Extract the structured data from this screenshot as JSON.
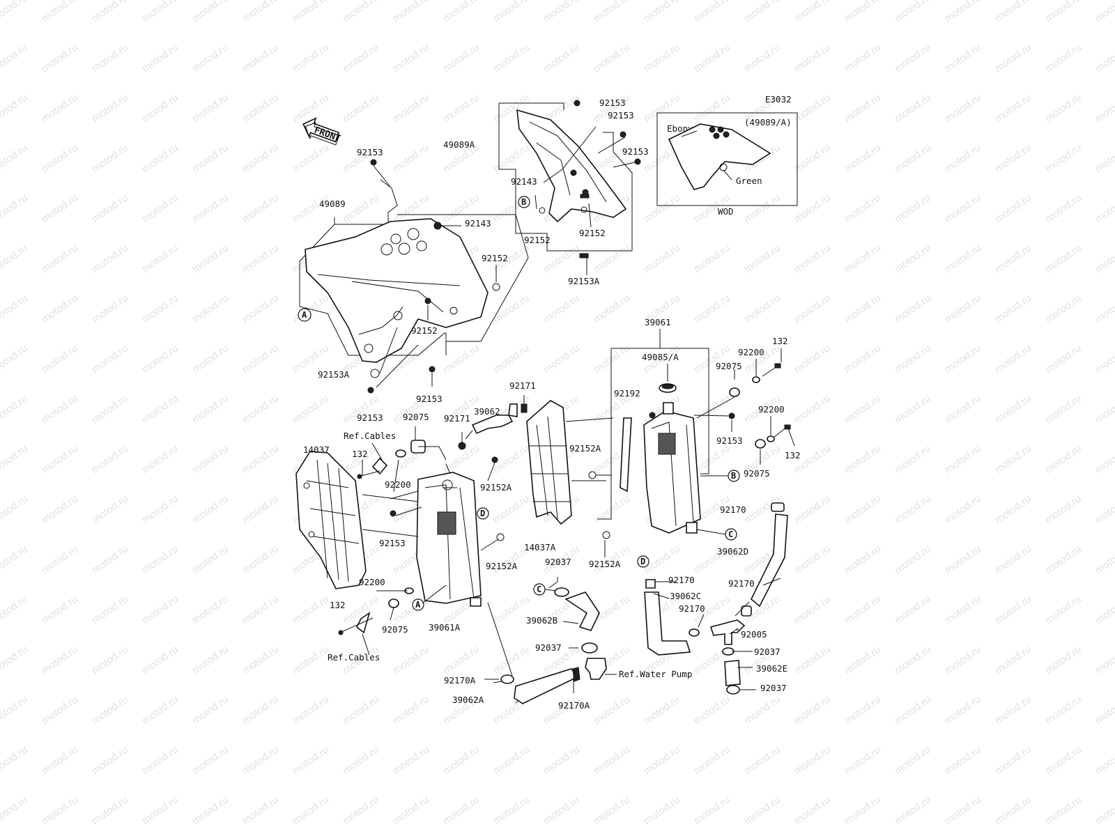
{
  "watermark": "motod.ru",
  "diagram_code": "E3032",
  "front_arrow": "FRONT",
  "option_box": {
    "ref": "(49089/A)",
    "color1": "Ebony",
    "color2": "Green",
    "caption": "WOD"
  },
  "labels": {
    "l92153_a": "92153",
    "l92153_b": "92153",
    "l92153_c": "92153",
    "l92153_d": "92153",
    "l92153_e": "92153",
    "l92153_f": "92153",
    "l92153_g": "92153",
    "l92153_h": "92153",
    "l49089A": "49089A",
    "l92143_a": "92143",
    "l92143_b": "92143",
    "l92152_a": "92152",
    "l92152_b": "92152",
    "l92152_c": "92152",
    "l92152_d": "92152",
    "l92153A_a": "92153A",
    "l92153A_b": "92153A",
    "l49089": "49089",
    "l39061": "39061",
    "l49085A": "49085/A",
    "l92075_a": "92075",
    "l92075_b": "92075",
    "l92075_c": "92075",
    "l92075_d": "92075",
    "l92200_a": "92200",
    "l92200_b": "92200",
    "l92200_c": "92200",
    "l92200_d": "92200",
    "l132_a": "132",
    "l132_b": "132",
    "l132_c": "132",
    "l132_d": "132",
    "l92171_a": "92171",
    "l92171_b": "92171",
    "l39062": "39062",
    "l92192": "92192",
    "l14037": "14037",
    "l14037A": "14037A",
    "l92152A_a": "92152A",
    "l92152A_b": "92152A",
    "l92152A_c": "92152A",
    "l92152A_d": "92152A",
    "l92170_a": "92170",
    "l92170_b": "92170",
    "l92170_c": "92170",
    "l92170_d": "92170",
    "l39062D": "39062D",
    "l92037_a": "92037",
    "l92037_b": "92037",
    "l92037_c": "92037",
    "l92037_d": "92037",
    "l39062C": "39062C",
    "l39062B": "39062B",
    "l39061A": "39061A",
    "l92005": "92005",
    "l39062E": "39062E",
    "l92170A_a": "92170A",
    "l92170A_b": "92170A",
    "l39062A": "39062A",
    "ref_cables_a": "Ref.Cables",
    "ref_cables_b": "Ref.Cables",
    "ref_water_pump": "Ref.Water Pump"
  },
  "callouts": {
    "A": "A",
    "B": "B",
    "C": "C",
    "D": "D"
  }
}
